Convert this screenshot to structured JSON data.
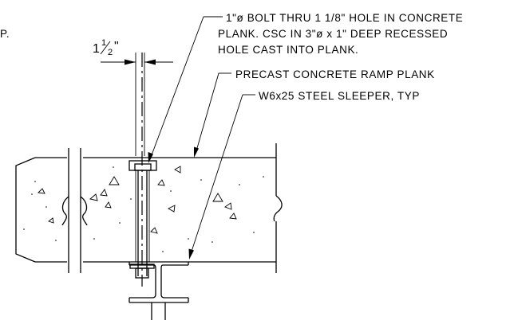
{
  "stray_text": "P.",
  "dimension": {
    "whole": "1",
    "num": "1",
    "den": "2",
    "mark": "\""
  },
  "notes": {
    "bolt_line1": "1\"ø BOLT THRU 1 1/8\" HOLE IN CONCRETE",
    "bolt_line2": "PLANK. CSC IN 3\"ø x 1\" DEEP RECESSED",
    "bolt_line3": "HOLE CAST INTO PLANK.",
    "plank": "PRECAST CONCRETE RAMP PLANK",
    "sleeper": "W6x25 STEEL SLEEPER, TYP"
  }
}
